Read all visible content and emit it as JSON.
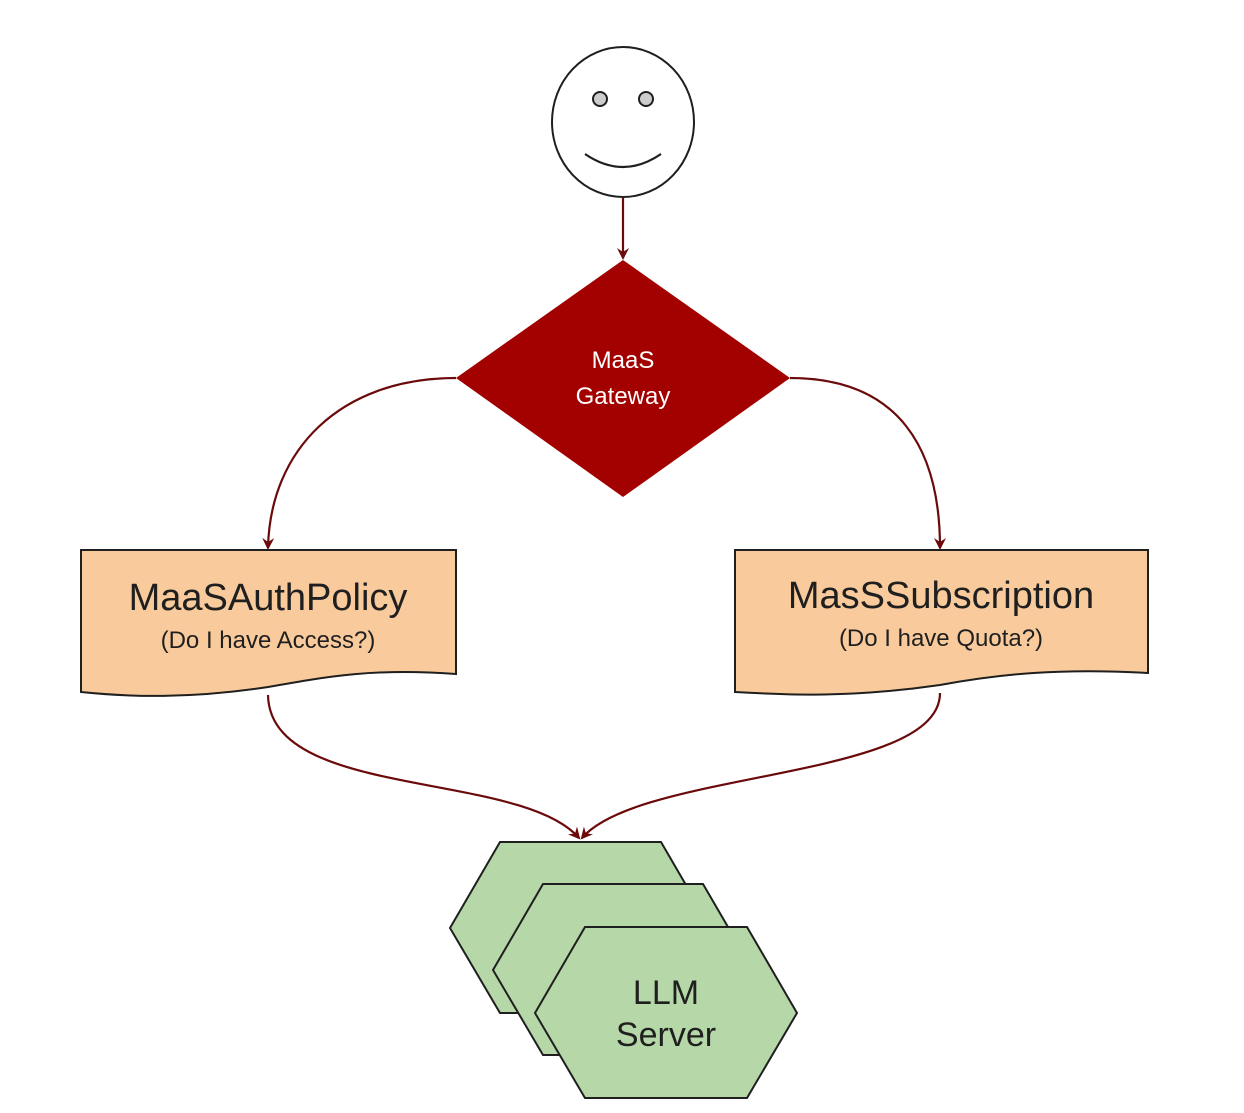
{
  "colors": {
    "edge": "#6b0a0a",
    "gateway_fill": "#a30000",
    "gateway_text": "#ffffff",
    "doc_fill": "#f9cb9c",
    "doc_stroke": "#1f1f1f",
    "hex_fill": "#b6d7a8",
    "hex_stroke": "#1f1f1f",
    "face_stroke": "#1f1f1f",
    "eye_fill": "#cccccc",
    "text_dark": "#1f1f1f"
  },
  "nodes": {
    "gateway": {
      "line1": "MaaS",
      "line2": "Gateway"
    },
    "auth_policy": {
      "title": "MaaSAuthPolicy",
      "subtitle": "(Do I have Access?)"
    },
    "subscription": {
      "title": "MasSSubscription",
      "subtitle": "(Do I have Quota?)"
    },
    "llm_server": {
      "line1": "LLM",
      "line2": "Server"
    }
  }
}
